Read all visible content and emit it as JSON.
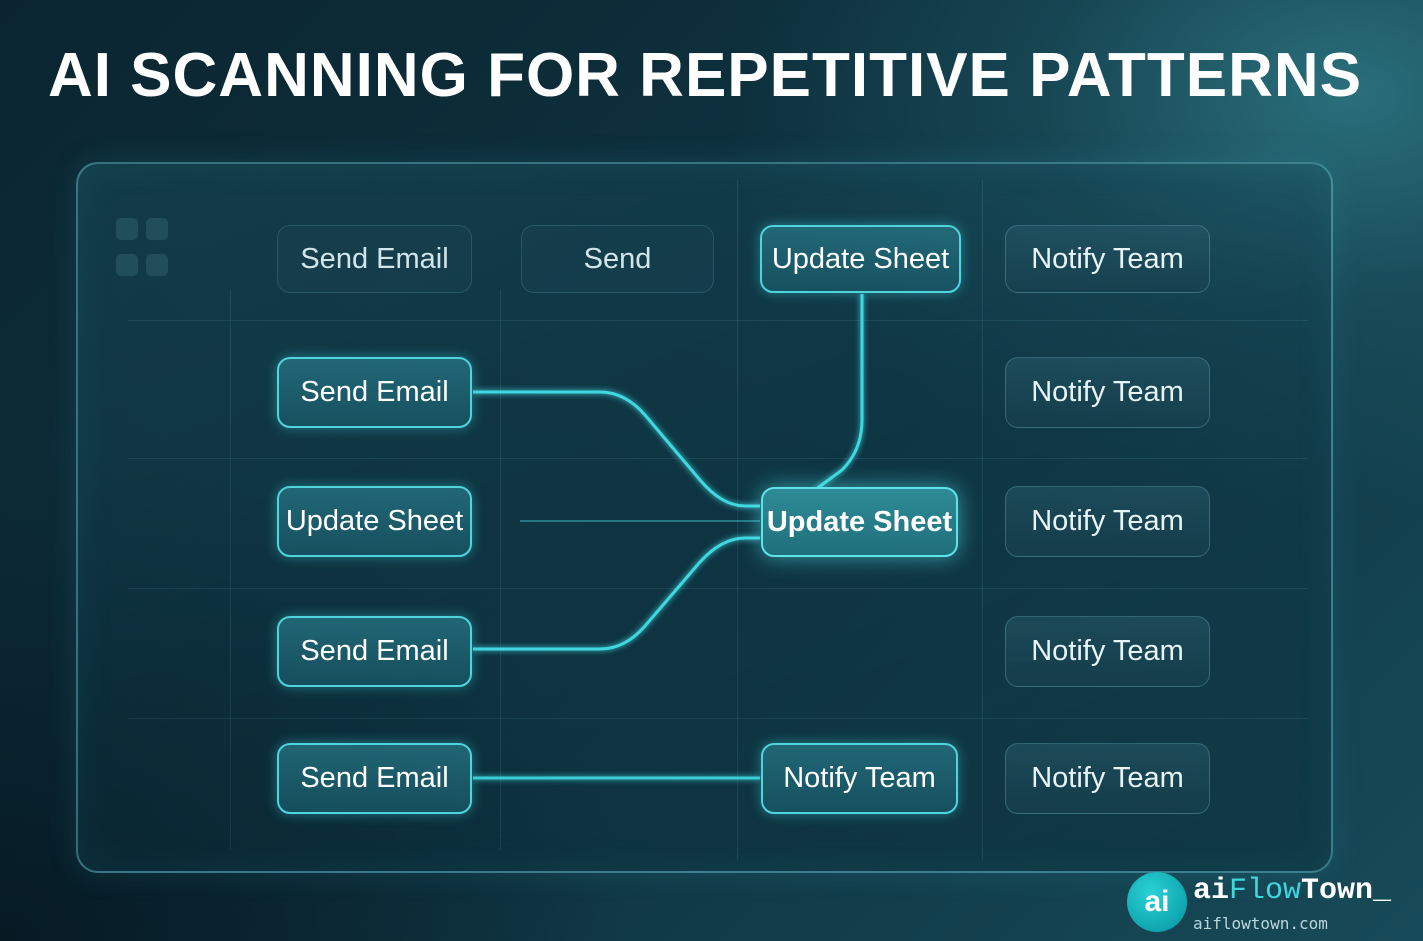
{
  "title": "AI SCANNING FOR REPETITIVE PATTERNS",
  "nodes": {
    "r0c0": "Send Email",
    "r0c1": "Send",
    "r0c2": "Update Sheet",
    "r0c3": "Notify Team",
    "r1c0": "Send Email",
    "r1c3": "Notify Team",
    "r2c0": "Update Sheet",
    "r2c2": "Update Sheet",
    "r2c3": "Notify Team",
    "r3c0": "Send Email",
    "r3c3": "Notify Team",
    "r4c0": "Send Email",
    "r4c2": "Notify Team",
    "r4c3": "Notify Team"
  },
  "brand": {
    "badge": "ai",
    "name_a": "ai",
    "name_b": "Flow",
    "name_c": "Town_",
    "url": "aiflowtown.com"
  },
  "colors": {
    "accent": "#4fd3dc",
    "background": "#0f3442"
  }
}
